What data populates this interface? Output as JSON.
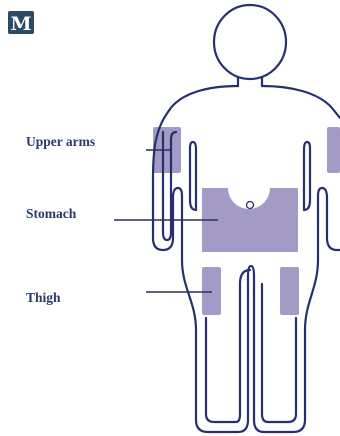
{
  "badge": {
    "letter": "M"
  },
  "labels": {
    "upper_arms": "Upper arms",
    "stomach": "Stomach",
    "thigh": "Thigh"
  },
  "colors": {
    "badge_bg": "#2c4a63",
    "badge_text": "#ffffff",
    "outline": "#27306e",
    "label_text": "#2a3a6a",
    "leader_line": "#2b2f5a",
    "injection_site": "#a39bc6"
  }
}
